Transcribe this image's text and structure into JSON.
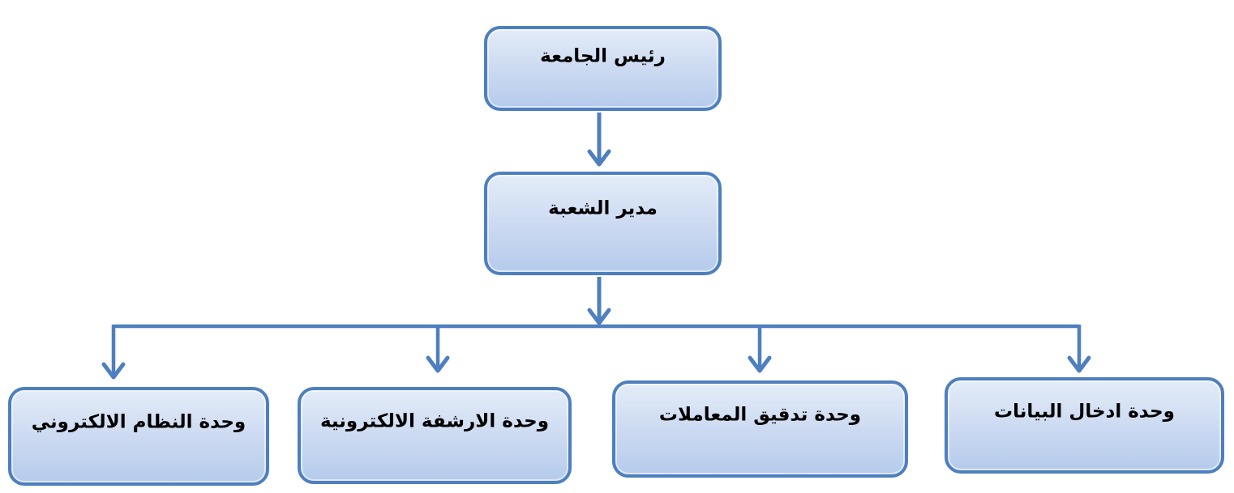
{
  "diagram": {
    "type": "org-chart",
    "nodes": {
      "president": {
        "label": "رئيس الجامعة"
      },
      "manager": {
        "label": "مدير الشعبة"
      },
      "units": [
        {
          "label": "وحدة النظام الالكتروني"
        },
        {
          "label": "وحدة الارشفة الالكترونية"
        },
        {
          "label": "وحدة تدقيق المعاملات"
        },
        {
          "label": "وحدة ادخال البيانات"
        }
      ]
    },
    "colors": {
      "node_border": "#4e7fbe",
      "node_fill_top": "#e3ecf8",
      "node_fill_bottom": "#b5cbec",
      "connector": "#4e7fbe",
      "text": "#000000",
      "background": "#ffffff"
    }
  }
}
